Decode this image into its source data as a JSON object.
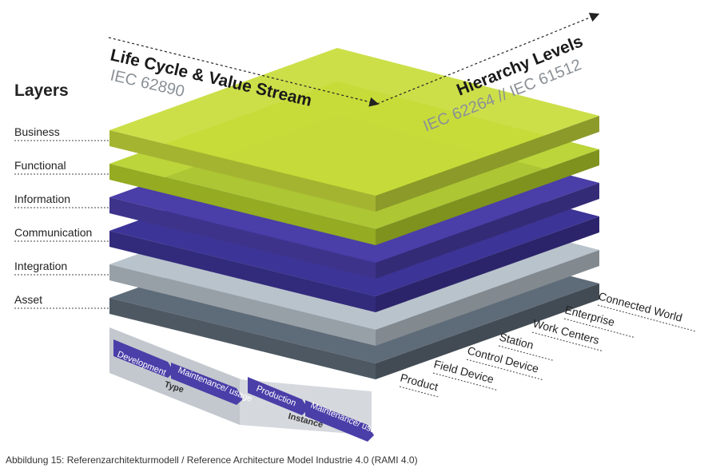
{
  "layers_title": "Layers",
  "layers": [
    {
      "label": "Business",
      "color": "#c8dc3a"
    },
    {
      "label": "Functional",
      "color": "#b5d12a"
    },
    {
      "label": "Information",
      "color": "#4a3ea8"
    },
    {
      "label": "Communication",
      "color": "#3d3497"
    },
    {
      "label": "Integration",
      "color": "#b9c3cc"
    },
    {
      "label": "Asset",
      "color": "#5e6b78"
    }
  ],
  "life_cycle_axis": {
    "title": "Life Cycle & Value Stream",
    "standard": "IEC 62890"
  },
  "hierarchy_axis": {
    "title": "Hierarchy Levels",
    "standard": "IEC 62264 // IEC 61512"
  },
  "hierarchy_levels": [
    "Connected World",
    "Enterprise",
    "Work Centers",
    "Station",
    "Control Device",
    "Field Device",
    "Product"
  ],
  "life_cycle": {
    "type_group": {
      "label": "Type",
      "items": [
        "Development",
        "Maintenance/ usage"
      ]
    },
    "instance_group": {
      "label": "Instance",
      "items": [
        "Production",
        "Maintenance/ usage"
      ]
    }
  },
  "caption": "Abbildung 15: Referenzarchitekturmodell / Reference Architecture Model Industrie 4.0 (RAMI 4.0)"
}
